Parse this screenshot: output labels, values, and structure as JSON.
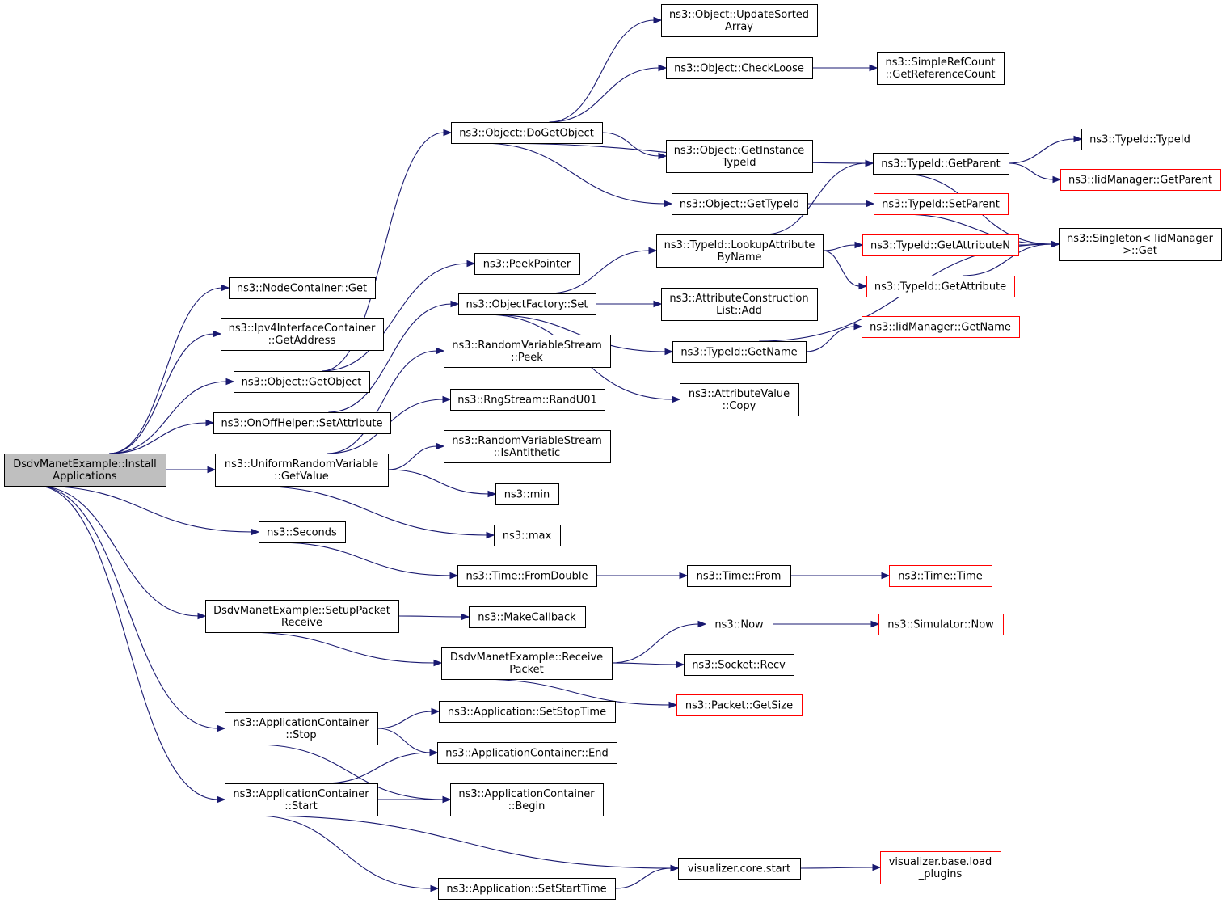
{
  "nodes": [
    {
      "id": "root",
      "lines": [
        "DsdvManetExample::Install",
        "Applications"
      ],
      "style": "root"
    },
    {
      "id": "nc_get",
      "lines": [
        "ns3::NodeContainer::Get"
      ],
      "style": "normal"
    },
    {
      "id": "ipv4_getaddr",
      "lines": [
        "ns3::Ipv4InterfaceContainer",
        "::GetAddress"
      ],
      "style": "normal"
    },
    {
      "id": "obj_getobject",
      "lines": [
        "ns3::Object::GetObject"
      ],
      "style": "normal"
    },
    {
      "id": "onoff_setattr",
      "lines": [
        "ns3::OnOffHelper::SetAttribute"
      ],
      "style": "normal"
    },
    {
      "id": "urv_getvalue",
      "lines": [
        "ns3::UniformRandomVariable",
        "::GetValue"
      ],
      "style": "normal"
    },
    {
      "id": "seconds",
      "lines": [
        "ns3::Seconds"
      ],
      "style": "normal"
    },
    {
      "id": "setup_packet",
      "lines": [
        "DsdvManetExample::SetupPacket",
        "Receive"
      ],
      "style": "normal"
    },
    {
      "id": "appc_stop",
      "lines": [
        "ns3::ApplicationContainer",
        "::Stop"
      ],
      "style": "normal"
    },
    {
      "id": "appc_start",
      "lines": [
        "ns3::ApplicationContainer",
        "::Start"
      ],
      "style": "normal"
    },
    {
      "id": "obj_dogetobject",
      "lines": [
        "ns3::Object::DoGetObject"
      ],
      "style": "normal"
    },
    {
      "id": "peekpointer",
      "lines": [
        "ns3::PeekPointer"
      ],
      "style": "normal"
    },
    {
      "id": "objfactory_set",
      "lines": [
        "ns3::ObjectFactory::Set"
      ],
      "style": "normal"
    },
    {
      "id": "rvs_peek",
      "lines": [
        "ns3::RandomVariableStream",
        "::Peek"
      ],
      "style": "normal"
    },
    {
      "id": "rng_randu01",
      "lines": [
        "ns3::RngStream::RandU01"
      ],
      "style": "normal"
    },
    {
      "id": "rvs_isanti",
      "lines": [
        "ns3::RandomVariableStream",
        "::IsAntithetic"
      ],
      "style": "normal"
    },
    {
      "id": "min",
      "lines": [
        "ns3::min"
      ],
      "style": "normal"
    },
    {
      "id": "max",
      "lines": [
        "ns3::max"
      ],
      "style": "normal"
    },
    {
      "id": "time_fromdouble",
      "lines": [
        "ns3::Time::FromDouble"
      ],
      "style": "normal"
    },
    {
      "id": "makecallback",
      "lines": [
        "ns3::MakeCallback"
      ],
      "style": "normal"
    },
    {
      "id": "receive_packet",
      "lines": [
        "DsdvManetExample::Receive",
        "Packet"
      ],
      "style": "normal"
    },
    {
      "id": "app_setstoptime",
      "lines": [
        "ns3::Application::SetStopTime"
      ],
      "style": "normal"
    },
    {
      "id": "appc_end",
      "lines": [
        "ns3::ApplicationContainer::End"
      ],
      "style": "normal"
    },
    {
      "id": "appc_begin",
      "lines": [
        "ns3::ApplicationContainer",
        "::Begin"
      ],
      "style": "normal"
    },
    {
      "id": "vis_core_start",
      "lines": [
        "visualizer.core.start"
      ],
      "style": "normal"
    },
    {
      "id": "app_setstarttime",
      "lines": [
        "ns3::Application::SetStartTime"
      ],
      "style": "normal"
    },
    {
      "id": "obj_updatesorted",
      "lines": [
        "ns3::Object::UpdateSorted",
        "Array"
      ],
      "style": "normal"
    },
    {
      "id": "obj_checkloose",
      "lines": [
        "ns3::Object::CheckLoose"
      ],
      "style": "normal"
    },
    {
      "id": "obj_getinstancetypeid",
      "lines": [
        "ns3::Object::GetInstance",
        "TypeId"
      ],
      "style": "normal"
    },
    {
      "id": "obj_gettypeid",
      "lines": [
        "ns3::Object::GetTypeId"
      ],
      "style": "normal"
    },
    {
      "id": "typeid_lookupattr",
      "lines": [
        "ns3::TypeId::LookupAttribute",
        "ByName"
      ],
      "style": "normal"
    },
    {
      "id": "attrconst_add",
      "lines": [
        "ns3::AttributeConstruction",
        "List::Add"
      ],
      "style": "normal"
    },
    {
      "id": "typeid_getname",
      "lines": [
        "ns3::TypeId::GetName"
      ],
      "style": "normal"
    },
    {
      "id": "attrvalue_copy",
      "lines": [
        "ns3::AttributeValue",
        "::Copy"
      ],
      "style": "normal"
    },
    {
      "id": "time_from",
      "lines": [
        "ns3::Time::From"
      ],
      "style": "normal"
    },
    {
      "id": "now",
      "lines": [
        "ns3::Now"
      ],
      "style": "normal"
    },
    {
      "id": "socket_recv",
      "lines": [
        "ns3::Socket::Recv"
      ],
      "style": "normal"
    },
    {
      "id": "packet_getsize",
      "lines": [
        "ns3::Packet::GetSize"
      ],
      "style": "red"
    },
    {
      "id": "vis_base_load",
      "lines": [
        "visualizer.base.load",
        "_plugins"
      ],
      "style": "red"
    },
    {
      "id": "simplerefcount",
      "lines": [
        "ns3::SimpleRefCount",
        "::GetReferenceCount"
      ],
      "style": "normal"
    },
    {
      "id": "typeid_getparent",
      "lines": [
        "ns3::TypeId::GetParent"
      ],
      "style": "normal"
    },
    {
      "id": "typeid_setparent",
      "lines": [
        "ns3::TypeId::SetParent"
      ],
      "style": "red"
    },
    {
      "id": "typeid_getattributen",
      "lines": [
        "ns3::TypeId::GetAttributeN"
      ],
      "style": "red"
    },
    {
      "id": "typeid_getattribute",
      "lines": [
        "ns3::TypeId::GetAttribute"
      ],
      "style": "red"
    },
    {
      "id": "iidmgr_getname",
      "lines": [
        "ns3::IidManager::GetName"
      ],
      "style": "red"
    },
    {
      "id": "time_time",
      "lines": [
        "ns3::Time::Time"
      ],
      "style": "red"
    },
    {
      "id": "simulator_now",
      "lines": [
        "ns3::Simulator::Now"
      ],
      "style": "red"
    },
    {
      "id": "typeid_typeid",
      "lines": [
        "ns3::TypeId::TypeId"
      ],
      "style": "normal"
    },
    {
      "id": "iidmgr_getparent",
      "lines": [
        "ns3::IidManager::GetParent"
      ],
      "style": "red"
    },
    {
      "id": "singleton_get",
      "lines": [
        "ns3::Singleton< IidManager",
        " >::Get"
      ],
      "style": "normal"
    }
  ],
  "edges": [
    [
      "root",
      "nc_get"
    ],
    [
      "root",
      "ipv4_getaddr"
    ],
    [
      "root",
      "obj_getobject"
    ],
    [
      "root",
      "onoff_setattr"
    ],
    [
      "root",
      "urv_getvalue"
    ],
    [
      "root",
      "seconds"
    ],
    [
      "root",
      "setup_packet"
    ],
    [
      "root",
      "appc_stop"
    ],
    [
      "root",
      "appc_start"
    ],
    [
      "obj_getobject",
      "obj_dogetobject"
    ],
    [
      "obj_getobject",
      "peekpointer"
    ],
    [
      "onoff_setattr",
      "objfactory_set"
    ],
    [
      "urv_getvalue",
      "rvs_peek"
    ],
    [
      "urv_getvalue",
      "rng_randu01"
    ],
    [
      "urv_getvalue",
      "rvs_isanti"
    ],
    [
      "urv_getvalue",
      "min"
    ],
    [
      "urv_getvalue",
      "max"
    ],
    [
      "seconds",
      "time_fromdouble"
    ],
    [
      "setup_packet",
      "makecallback"
    ],
    [
      "setup_packet",
      "receive_packet"
    ],
    [
      "appc_stop",
      "app_setstoptime"
    ],
    [
      "appc_stop",
      "appc_end"
    ],
    [
      "appc_stop",
      "appc_begin"
    ],
    [
      "appc_start",
      "appc_end"
    ],
    [
      "appc_start",
      "appc_begin"
    ],
    [
      "appc_start",
      "vis_core_start"
    ],
    [
      "appc_start",
      "app_setstarttime"
    ],
    [
      "app_setstarttime",
      "vis_core_start"
    ],
    [
      "obj_dogetobject",
      "obj_updatesorted"
    ],
    [
      "obj_dogetobject",
      "obj_checkloose"
    ],
    [
      "obj_dogetobject",
      "obj_getinstancetypeid"
    ],
    [
      "obj_dogetobject",
      "obj_gettypeid"
    ],
    [
      "obj_dogetobject",
      "typeid_getparent"
    ],
    [
      "obj_checkloose",
      "simplerefcount"
    ],
    [
      "obj_gettypeid",
      "typeid_setparent"
    ],
    [
      "objfactory_set",
      "typeid_lookupattr"
    ],
    [
      "objfactory_set",
      "attrconst_add"
    ],
    [
      "objfactory_set",
      "typeid_getname"
    ],
    [
      "objfactory_set",
      "attrvalue_copy"
    ],
    [
      "typeid_lookupattr",
      "typeid_getparent"
    ],
    [
      "typeid_lookupattr",
      "typeid_getattributen"
    ],
    [
      "typeid_lookupattr",
      "typeid_getattribute"
    ],
    [
      "typeid_getname",
      "iidmgr_getname"
    ],
    [
      "typeid_getname",
      "singleton_get"
    ],
    [
      "time_fromdouble",
      "time_from"
    ],
    [
      "time_from",
      "time_time"
    ],
    [
      "receive_packet",
      "now"
    ],
    [
      "receive_packet",
      "socket_recv"
    ],
    [
      "receive_packet",
      "packet_getsize"
    ],
    [
      "now",
      "simulator_now"
    ],
    [
      "vis_core_start",
      "vis_base_load"
    ],
    [
      "typeid_getparent",
      "typeid_typeid"
    ],
    [
      "typeid_getparent",
      "iidmgr_getparent"
    ],
    [
      "typeid_getparent",
      "singleton_get"
    ],
    [
      "typeid_setparent",
      "singleton_get"
    ],
    [
      "typeid_getattributen",
      "singleton_get"
    ],
    [
      "typeid_getattribute",
      "singleton_get"
    ]
  ],
  "colors": {
    "edge": "#191970",
    "node_border": "#000000",
    "node_border_incomplete": "#ff0000",
    "root_fill": "#bfbfbf"
  }
}
